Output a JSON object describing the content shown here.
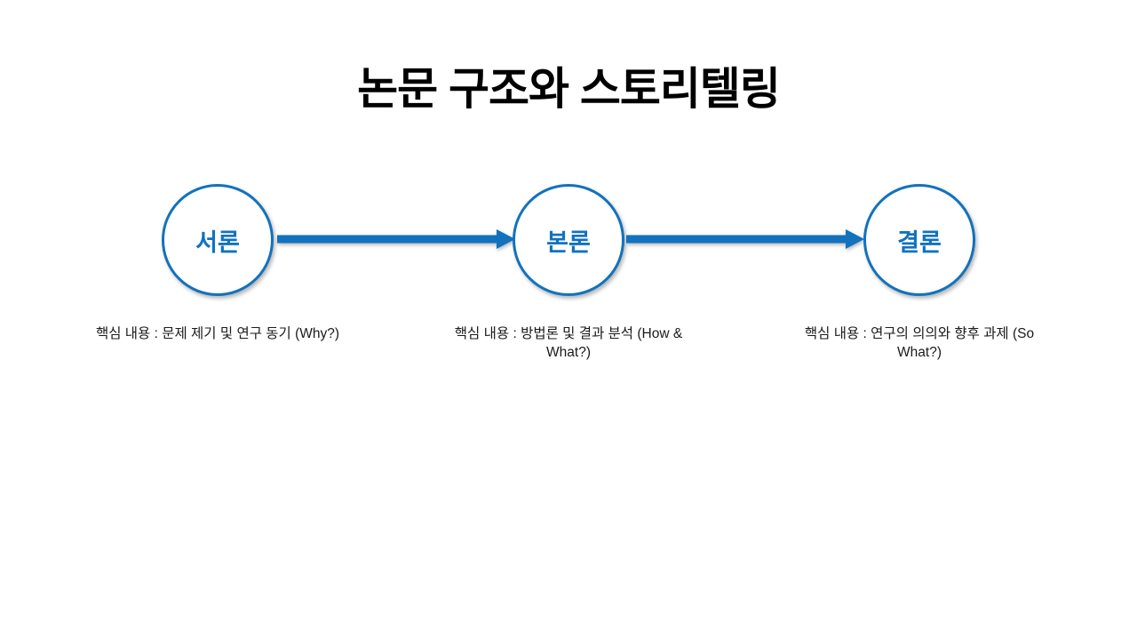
{
  "title": "논문 구조와 스토리텔링",
  "colors": {
    "accent": "#1272BE",
    "title_text": "#000000",
    "caption_text": "#1A1A1A",
    "background": "#FFFFFF"
  },
  "nodes": [
    {
      "label": "서론",
      "caption_lines": {
        "0": "핵심 내용 : 문제 제기 및 연구 동기 (Why?)"
      }
    },
    {
      "label": "본론",
      "caption_lines": {
        "0": "핵심 내용 : 방법론 및 결과 분석 (How &",
        "1": "What?)"
      }
    },
    {
      "label": "결론",
      "caption_lines": {
        "0": "핵심 내용 : 연구의 의의와 향후 과제 (So",
        "1": "What?)"
      }
    }
  ]
}
